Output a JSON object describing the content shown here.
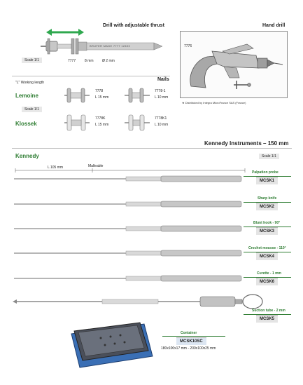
{
  "drill": {
    "title": "Drill with adjustable thrust",
    "engraving": "BRUFER MADE    7777    12403",
    "ref": "7777",
    "length": "8 mm",
    "diameter": "Ø 2 mm",
    "scale": "Scale 1/1"
  },
  "hand_drill": {
    "title": "Hand drill",
    "ref": "7776",
    "note": "Distributed by Integra MicroFrance SAS (France)"
  },
  "nails": {
    "title": "Nails",
    "working_length": "\"L\" Working length",
    "scale": "Scale 1/1",
    "lemoine": {
      "name": "Lemoine",
      "items": [
        {
          "ref": "7778",
          "length": "L 15 mm"
        },
        {
          "ref": "7778-1",
          "length": "L 10 mm"
        }
      ]
    },
    "klossek": {
      "name": "Klossek",
      "items": [
        {
          "ref": "7778K",
          "length": "L 15 mm"
        },
        {
          "ref": "7778K1",
          "length": "L 10 mm"
        }
      ]
    }
  },
  "kennedy": {
    "section_title": "Kennedy Instruments – 150 mm",
    "name": "Kennedy",
    "scale": "Scale 1/1",
    "dimension": "L 105 mm",
    "malleable": "Malleable",
    "instruments": [
      {
        "name": "Palpation probe",
        "code": "MCSK1"
      },
      {
        "name": "Sharp knife",
        "code": "MCSK2"
      },
      {
        "name": "Blunt hook - 90°",
        "code": "MCSK3"
      },
      {
        "name": "Crochet mousse - 110°",
        "code": "MCSK4"
      },
      {
        "name": "Curette - 1 mm",
        "code": "MCSK6"
      },
      {
        "name": "Suction tube - 2 mm",
        "code": "MCSK5"
      }
    ],
    "container": {
      "label": "Container",
      "code": "MCSK10SC",
      "dims": "180x100x17 mm - 200x100x25 mm"
    }
  },
  "colors": {
    "accent_green": "#2e7d32",
    "arrow_green": "#2fa84f"
  }
}
